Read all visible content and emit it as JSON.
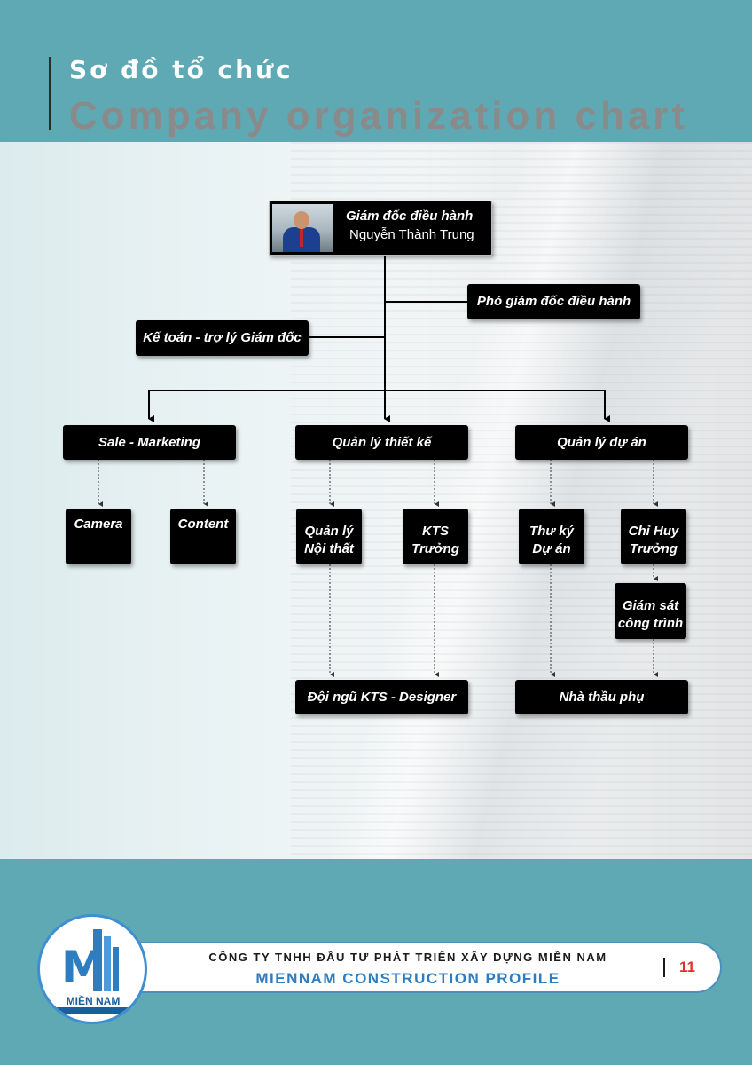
{
  "header": {
    "title_vi": "Sơ đồ tổ chức",
    "title_en": "Company organization chart"
  },
  "org": {
    "ceo": {
      "title": "Giám đốc điều hành",
      "name": "Nguyễn Thành Trung"
    },
    "deputy": "Phó giám đốc điều hành",
    "accountant": "Kế toán - trợ lý Giám đốc",
    "departments": {
      "sales": "Sale - Marketing",
      "design": "Quản lý thiết kế",
      "project": "Quản lý dự án"
    },
    "units": {
      "camera": "Camera",
      "content": "Content",
      "interior_1": "Quản lý",
      "interior_2": "Nội thất",
      "chief_arch_1": "KTS",
      "chief_arch_2": "Trưởng",
      "secretary_1": "Thư ký",
      "secretary_2": "Dự án",
      "commander_1": "Chỉ Huy",
      "commander_2": "Trưởng",
      "supervisor_1": "Giám sát",
      "supervisor_2": "công trình",
      "design_team": "Đội ngũ KTS - Designer",
      "subcontractor": "Nhà thầu phụ"
    }
  },
  "footer": {
    "company_name": "CÔNG TY TNHH ĐẦU TƯ PHÁT TRIỂN XÂY DỰNG MIỀN NAM",
    "profile": "MIENNAM CONSTRUCTION PROFILE",
    "page_number": "11",
    "logo_text": "MIỀN NAM",
    "logo_icon": "building-m-logo"
  },
  "colors": {
    "teal": "#5fa9b4",
    "box": "#000000",
    "accent_blue": "#2d7dc2",
    "page_red": "#e0312b"
  }
}
